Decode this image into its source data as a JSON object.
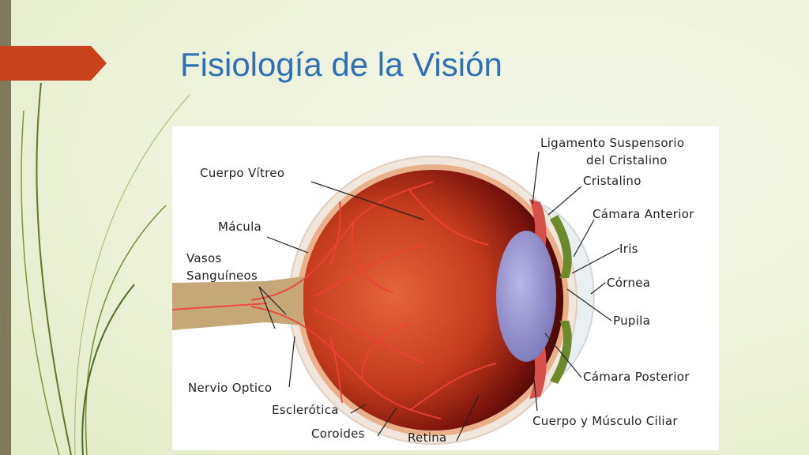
{
  "slide": {
    "title": "Fisiología de la Visión",
    "accent_color": "#c8421c",
    "title_color": "#2f6fb2"
  },
  "diagram": {
    "labels": {
      "cuerpo_vitreo": "Cuerpo Vítreo",
      "macula": "Mácula",
      "vasos_1": "Vasos",
      "vasos_2": "Sanguíneos",
      "nervio_optico": "Nervio Optico",
      "esclerotica": "Esclerótica",
      "coroides": "Coroides",
      "retina": "Retina",
      "ligamento_1": "Ligamento Suspensorio",
      "ligamento_2": "del Cristalino",
      "cristalino": "Cristalino",
      "camara_anterior": "Cámara Anterior",
      "iris": "Iris",
      "cornea": "Córnea",
      "pupila": "Pupila",
      "camara_posterior": "Cámara Posterior",
      "cuerpo_musculo_ciliar": "Cuerpo y Músculo Ciliar"
    }
  }
}
